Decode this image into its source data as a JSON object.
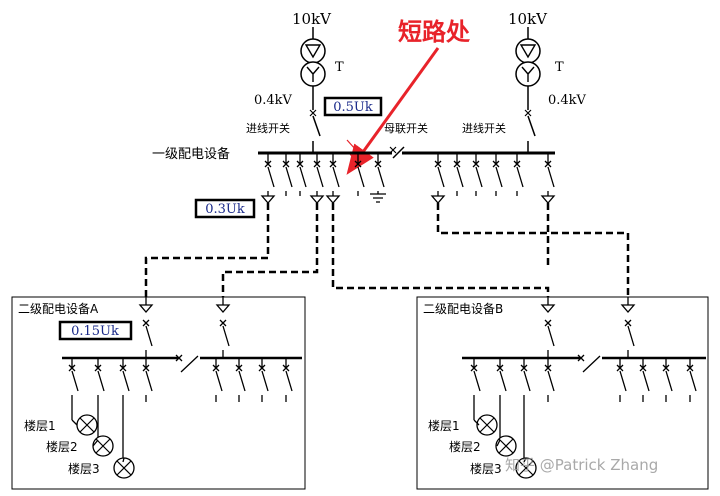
{
  "colors": {
    "accent": "#e8232a",
    "box_text": "#1a2a8a",
    "line": "#000000"
  },
  "left_source": {
    "voltage_high": "10kV",
    "transformer": "T",
    "voltage_low": "0.4kV",
    "incoming_switch": "进线开关"
  },
  "right_source": {
    "voltage_high": "10kV",
    "transformer": "T",
    "voltage_low": "0.4kV",
    "incoming_switch": "进线开关"
  },
  "fault_label": "短路处",
  "bus_tie_switch": "母联开关",
  "primary_equipment": "一级配电设备",
  "values": {
    "main_bus": "0.5Uk",
    "feeder": "0.3Uk",
    "secondary": "0.15Uk"
  },
  "secondary_a": {
    "title": "二级配电设备A",
    "floors": [
      {
        "label": "楼层1"
      },
      {
        "label": "楼层2"
      },
      {
        "label": "楼层3"
      }
    ]
  },
  "secondary_b": {
    "title": "二级配电设备B",
    "floors": [
      {
        "label": "楼层1"
      },
      {
        "label": "楼层2"
      },
      {
        "label": "楼层3"
      }
    ]
  },
  "watermark": "知乎 @Patrick Zhang"
}
